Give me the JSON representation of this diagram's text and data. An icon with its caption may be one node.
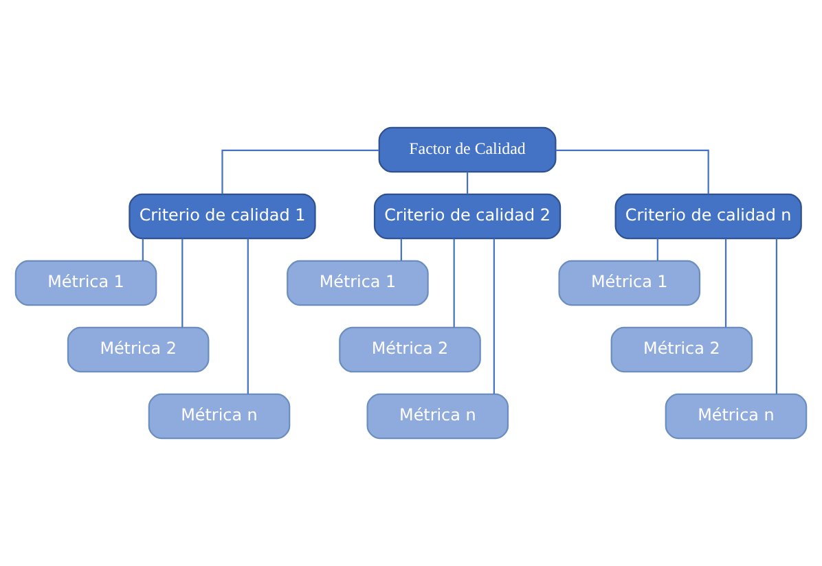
{
  "diagram": {
    "nodes": [
      {
        "text": [
          "Factor de Calidad"
        ]
      },
      {
        "text": [
          "Criterio de calidad 1"
        ]
      },
      {
        "text": [
          "Criterio de calidad 2"
        ]
      },
      {
        "text": [
          "Criterio de calidad n"
        ]
      },
      {
        "text": [
          "Métrica 1"
        ]
      },
      {
        "text": [
          "Métrica 2"
        ]
      },
      {
        "text": [
          "Métrica n"
        ]
      },
      {
        "text": [
          "Métrica 1"
        ]
      },
      {
        "text": [
          "Métrica 2"
        ]
      },
      {
        "text": [
          "Métrica n"
        ]
      },
      {
        "text": [
          "Métrica 1"
        ]
      },
      {
        "text": [
          "Métrica 2"
        ]
      },
      {
        "text": [
          "Métrica n"
        ]
      }
    ],
    "edges": [
      {
        "from": 0,
        "to": 1,
        "arrow": "none"
      },
      {
        "from": 0,
        "to": 2,
        "arrow": "none"
      },
      {
        "from": 0,
        "to": 3,
        "arrow": "none"
      },
      {
        "from": 1,
        "to": 4,
        "arrow": "none"
      },
      {
        "from": 1,
        "to": 5,
        "arrow": "none"
      },
      {
        "from": 1,
        "to": 6,
        "arrow": "none"
      },
      {
        "from": 2,
        "to": 7,
        "arrow": "none"
      },
      {
        "from": 2,
        "to": 8,
        "arrow": "none"
      },
      {
        "from": 2,
        "to": 9,
        "arrow": "none"
      },
      {
        "from": 3,
        "to": 10,
        "arrow": "none"
      },
      {
        "from": 3,
        "to": 11,
        "arrow": "none"
      },
      {
        "from": 3,
        "to": 12,
        "arrow": "none"
      }
    ]
  }
}
